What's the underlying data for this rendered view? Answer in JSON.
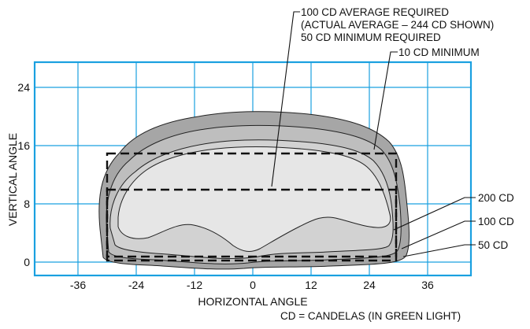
{
  "diagram": {
    "x_axis": {
      "title": "HORIZONTAL ANGLE",
      "ticks": [
        "-36",
        "-24",
        "-12",
        "0",
        "12",
        "24",
        "36"
      ]
    },
    "y_axis": {
      "title": "VERTICAL ANGLE",
      "ticks": [
        "0",
        "8",
        "16",
        "24"
      ]
    },
    "callouts": {
      "average_line1": "100 CD AVERAGE REQUIRED",
      "average_line2": "(ACTUAL AVERAGE – 244 CD SHOWN)",
      "average_line3": "50 CD MINIMUM REQUIRED",
      "ten_cd": "10 CD MINIMUM",
      "two_hundred_cd": "200 CD",
      "one_hundred_cd": "100 CD",
      "fifty_cd": "50 CD"
    },
    "footnote": "CD = CANDELAS (IN GREEN LIGHT)",
    "colors": {
      "grid": "#1aa0e0",
      "outer_band": "#a6a6a6",
      "band_2": "#bebebe",
      "band_3": "#d2d2d2",
      "inner_band": "#e6e6e6"
    }
  }
}
